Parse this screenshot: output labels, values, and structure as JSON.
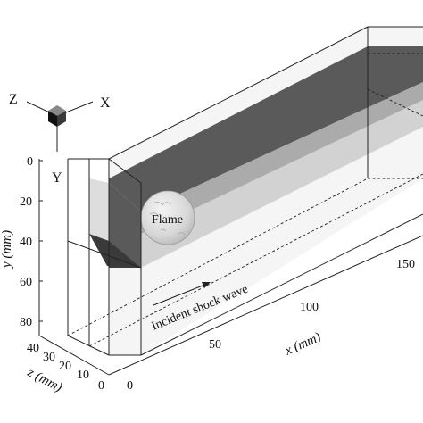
{
  "orientation": {
    "z_label": "Z",
    "x_label": "X",
    "y_label": "Y",
    "cube_icon": "orientation-cube-icon"
  },
  "axes": {
    "y": {
      "label": "y (mm)",
      "ticks": [
        "0",
        "20",
        "40",
        "60",
        "80"
      ]
    },
    "z": {
      "label": "z (mm)",
      "ticks": [
        "40",
        "30",
        "20",
        "10",
        "0"
      ]
    },
    "x": {
      "label": "x (mm)",
      "ticks": [
        "50",
        "100",
        "150"
      ]
    }
  },
  "annotations": {
    "flame": "Flame",
    "shock": "Incident shock wave"
  },
  "colors": {
    "dark_band": "#585858",
    "mid_band": "#9a9a9a",
    "light_fill": "#dcdcdc"
  }
}
